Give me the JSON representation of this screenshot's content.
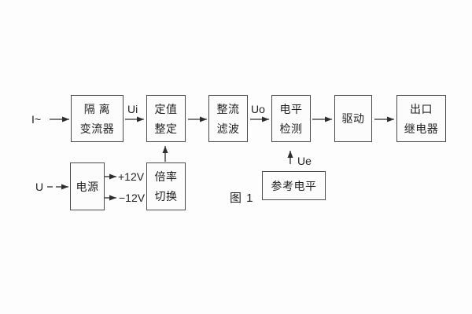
{
  "figure": {
    "caption": "图 1"
  },
  "blocks": {
    "isolation": {
      "line1": "隔 离",
      "line2": "变流器"
    },
    "setting": {
      "line1": "定值",
      "line2": "整定"
    },
    "rectifier": {
      "line1": "整流",
      "line2": "滤波"
    },
    "level": {
      "line1": "电平",
      "line2": "检测"
    },
    "drive": {
      "line1": "驱动"
    },
    "relay": {
      "line1": "出口",
      "line2": "继电器"
    },
    "power": {
      "line1": "电源"
    },
    "ratio": {
      "line1": "倍率",
      "line2": "切换"
    },
    "reference": {
      "line1": "参考电平"
    }
  },
  "signals": {
    "input_current": "I~",
    "input_voltage": "U",
    "ui": "Ui",
    "uo": "Uo",
    "ue": "Ue",
    "plus_12v": "+12V",
    "minus_12v": "−12V"
  },
  "colors": {
    "line": "#2e2e2e",
    "border": "#4a4a4a",
    "text": "#1f1f1f",
    "background": "#fdfdfd"
  }
}
